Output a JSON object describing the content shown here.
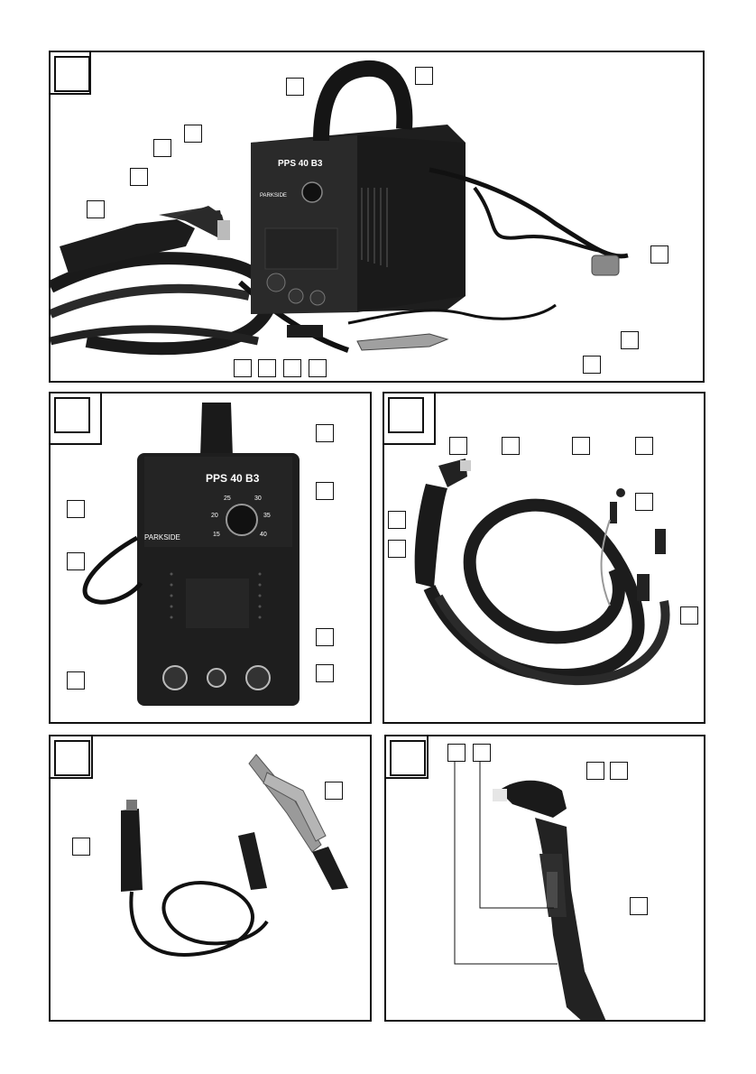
{
  "panels": [
    {
      "id": "figure-1"
    },
    {
      "id": "figure-2"
    },
    {
      "id": "figure-3"
    },
    {
      "id": "figure-4"
    },
    {
      "id": "figure-5"
    }
  ],
  "device": {
    "model_label": "PPS 40 B3",
    "brand_label": "PARKSIDE",
    "dial_scale": [
      "15",
      "20",
      "25",
      "30",
      "35",
      "40"
    ]
  },
  "colors": {
    "line": "#111111",
    "device_body": "#1e1e1e",
    "device_front": "#2a2a2a",
    "clamp_metal": "#9a9a9a"
  }
}
